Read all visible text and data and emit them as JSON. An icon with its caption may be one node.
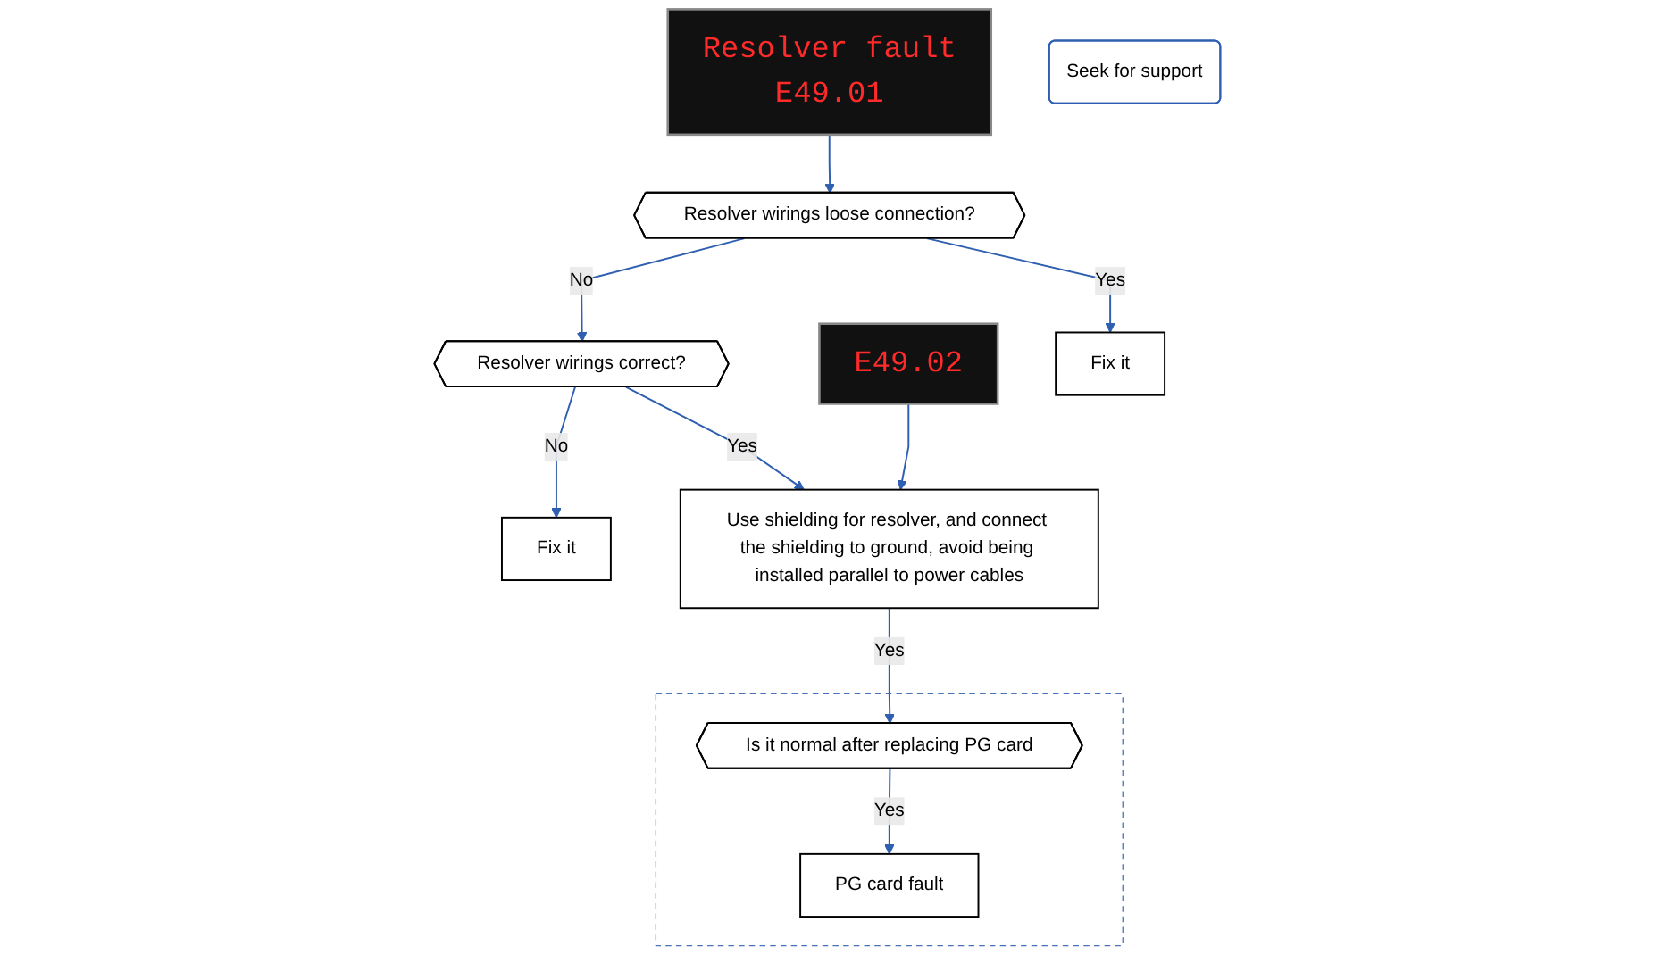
{
  "diagram": {
    "nodes": [
      {
        "text": [
          "Resolver fault",
          "E49.01"
        ]
      },
      {
        "text": [
          "Resolver wirings loose connection?"
        ]
      },
      {
        "text": [
          "Fix it"
        ]
      },
      {
        "text": [
          "E49.02"
        ]
      },
      {
        "text": [
          "Resolver wirings correct?"
        ]
      },
      {
        "text": [
          "Fix it"
        ]
      },
      {
        "text": [
          "Use shielding for resolver, and connect the shielding to ground, avoid being installed parallel to power cables"
        ]
      },
      {
        "text": [
          "Seek for support"
        ]
      },
      {
        "text": [],
        "shape": "box"
      },
      {
        "text": [
          "Is it normal after replacing PG card"
        ],
        "in": 8
      },
      {
        "text": [
          "PG card fault"
        ],
        "in": 8
      }
    ],
    "edges": [
      {
        "from": 0,
        "to": 1,
        "arrow": "to"
      },
      {
        "from": 1,
        "to": 2,
        "label": "Yes",
        "arrow": "to"
      },
      {
        "from": 1,
        "to": 4,
        "label": "No",
        "arrow": "to"
      },
      {
        "from": 4,
        "to": 5,
        "label": "No",
        "arrow": "to"
      },
      {
        "from": 4,
        "to": 6,
        "label": "Yes",
        "arrow": "to"
      },
      {
        "from": 3,
        "to": 6,
        "arrow": "to"
      },
      {
        "from": 6,
        "to": 9,
        "label": "Yes",
        "arrow": "to"
      },
      {
        "from": 9,
        "to": 10,
        "label": "Yes",
        "arrow": "to"
      }
    ]
  }
}
